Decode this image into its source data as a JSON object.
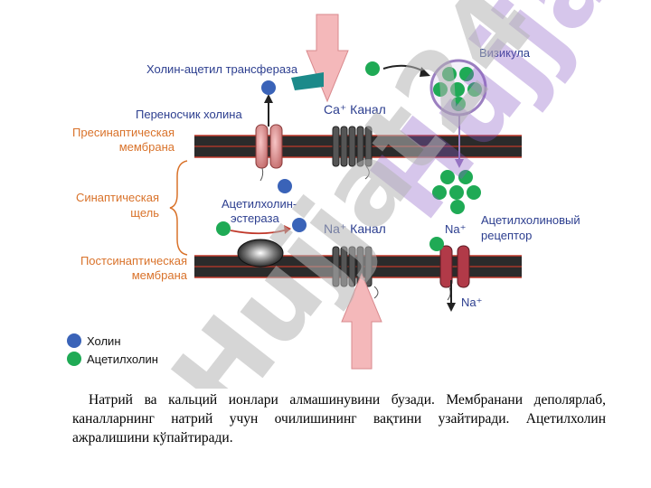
{
  "labels": {
    "transferase": "Холин-ацетил трансфераза",
    "vesicle": "Визикула",
    "carrier": "Переносчик холина",
    "ca_channel": "Ca⁺ Канал",
    "presynaptic_1": "Пресинаптическая",
    "presynaptic_2": "мембрана",
    "cleft_1": "Синаптическая",
    "cleft_2": "щель",
    "esterase_1": "Ацетилхолин-",
    "esterase_2": "эстераза",
    "na_channel": "Na⁺ Канал",
    "na_ion": "Na⁺",
    "receptor_1": "Ацетилхолиновый",
    "receptor_2": "рецептор",
    "na_out": "Na⁺",
    "postsynaptic_1": "Постсинаптическая",
    "postsynaptic_2": "мембрана"
  },
  "legend": {
    "choline": "Холин",
    "acetylcholine": "Ацетилхолин"
  },
  "watermark": "Hujjat24",
  "caption": "Натрий ва кальций ионлари алмашинувини бузади. Мембранани деполярлаб, каналларнинг натрий учун очилишининг вақтини узайтиради. Ацетилхолин ажралишини кўпайтиради.",
  "colors": {
    "choline": "#3a63b8",
    "acetylcholine": "#1faa55",
    "membrane": "#2b2b2b",
    "membrane_edge": "#c0392b",
    "label_blue": "#2c3e8f",
    "label_orange": "#d9722a",
    "big_arrow": "#f4b8ba",
    "vesicle_ring": "#9b7fc0"
  }
}
